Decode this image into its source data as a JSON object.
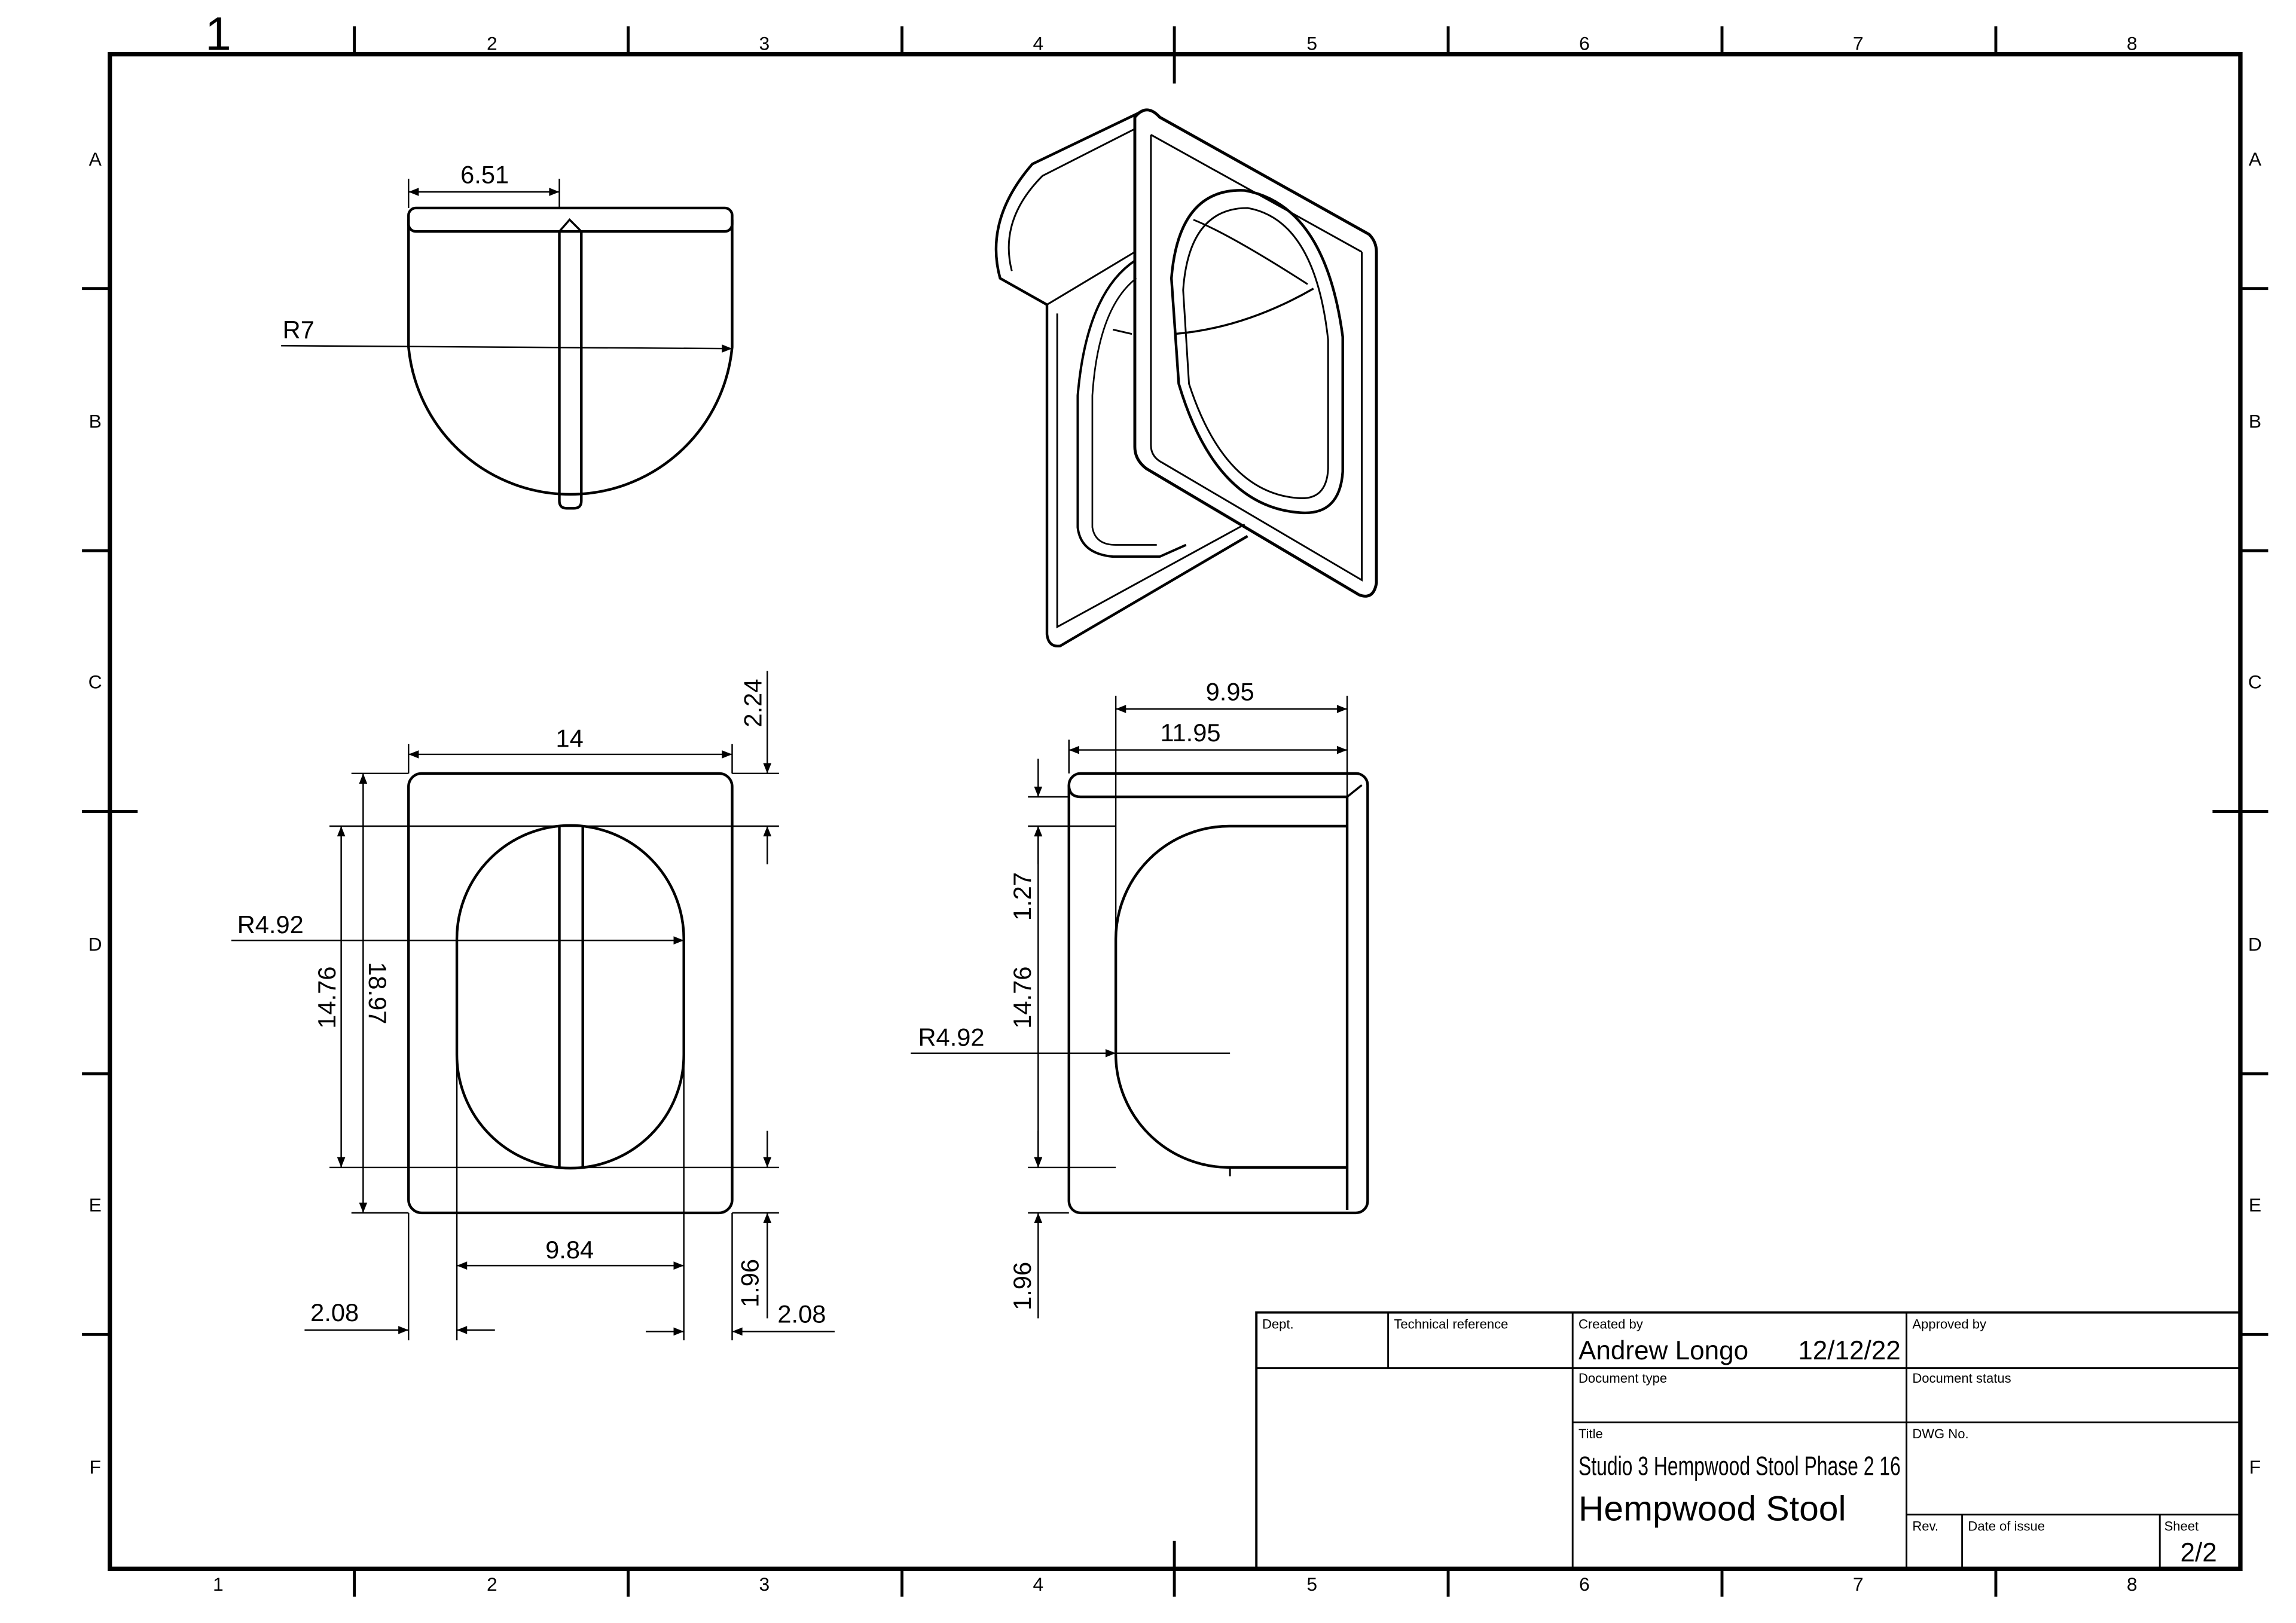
{
  "border": {
    "columns": [
      "1",
      "2",
      "3",
      "4",
      "5",
      "6",
      "7",
      "8"
    ],
    "rows": [
      "A",
      "B",
      "C",
      "D",
      "E",
      "F"
    ]
  },
  "views": {
    "top": {
      "width_dim": "6.51",
      "radius_dim": "R7"
    },
    "front": {
      "top_width": "14",
      "top_offset": "2.24",
      "radius": "R4.92",
      "inner_height": "14.76",
      "outer_height": "18.97",
      "slot_width": "9.84",
      "bottom_offset": "1.96",
      "left_offset": "2.08",
      "right_offset": "2.08"
    },
    "side": {
      "top_dim_a": "9.95",
      "top_dim_b": "11.95",
      "upper_offset": "1.27",
      "inner_height": "14.76",
      "radius": "R4.92",
      "bottom_offset": "1.96"
    }
  },
  "title_block": {
    "dept_label": "Dept.",
    "tech_ref_label": "Technical reference",
    "created_by_label": "Created by",
    "created_by": "Andrew Longo",
    "date": "12/12/22",
    "approved_by_label": "Approved by",
    "doc_type_label": "Document type",
    "doc_status_label": "Document status",
    "title_label": "Title",
    "title_line1": "Studio 3 Hempwood Stool Phase 2 16",
    "title_line2": "Hempwood Stool",
    "dwg_no_label": "DWG No.",
    "rev_label": "Rev.",
    "date_of_issue_label": "Date of issue",
    "sheet_label": "Sheet",
    "sheet_value": "2/2"
  }
}
